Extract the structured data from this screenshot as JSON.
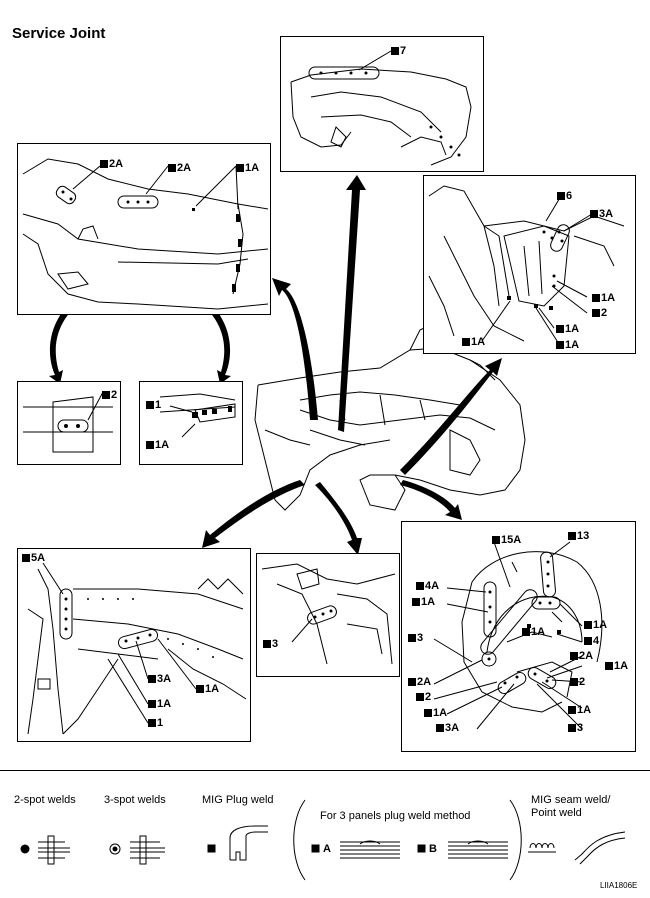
{
  "title": "Service Joint",
  "panels": {
    "p7": {
      "labels": [
        "7"
      ]
    },
    "p_top_left": {
      "labels": [
        "2A",
        "2A",
        "1A"
      ]
    },
    "p_right_upper": {
      "labels": [
        "6",
        "3A",
        "1A",
        "2",
        "1A",
        "1A",
        "1A"
      ]
    },
    "p_small_left": {
      "labels": [
        "2"
      ]
    },
    "p_small_mid": {
      "labels": [
        "1",
        "1A"
      ]
    },
    "p_bottom_left": {
      "labels": [
        "5A",
        "3A",
        "1A",
        "1A",
        "1"
      ]
    },
    "p_bottom_mid": {
      "labels": [
        "3"
      ]
    },
    "p_bottom_right": {
      "labels": [
        "15A",
        "13",
        "4A",
        "1A",
        "3",
        "2A",
        "2",
        "1A",
        "3A",
        "1A",
        "4",
        "1A",
        "2A",
        "1A",
        "2",
        "1A",
        "3"
      ]
    }
  },
  "legend": {
    "two_spot": "2-spot welds",
    "three_spot": "3-spot welds",
    "mig_plug": "MIG Plug weld",
    "three_panels": "For 3 panels plug weld method",
    "method_a": "A",
    "method_b": "B",
    "mig_seam_1": "MIG seam weld/",
    "mig_seam_2": "Point weld"
  },
  "figure_code": "LIIA1806E"
}
